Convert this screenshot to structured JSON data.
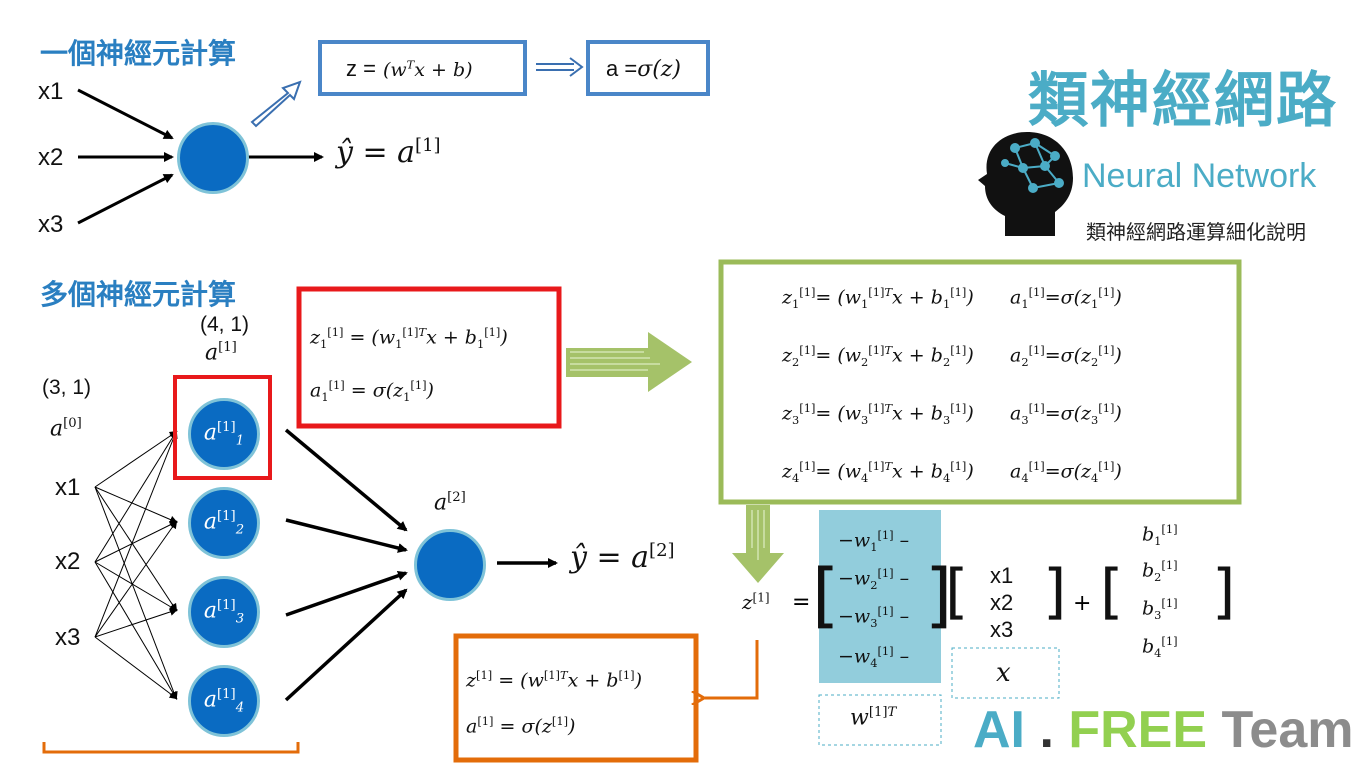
{
  "section1": {
    "heading": "一個神經元計算"
  },
  "section2": {
    "heading": "多個神經元計算"
  },
  "inputs": [
    "x1",
    "x2",
    "x3"
  ],
  "single": {
    "z_prefix": "z =",
    "z_formula": "(w",
    "z_sup": "T",
    "z_rest": "x + b)",
    "a_prefix": "a =",
    "a_formula": "σ(z)",
    "yhat": "ŷ = a",
    "yhat_sup": "[1]"
  },
  "brand": {
    "title": "類神經網路",
    "subtitle": "Neural Network",
    "caption": "類神經網路運算細化說明",
    "team_ai": "AI",
    "team_dot": ".",
    "team_free": "FREE",
    "team_name": "Team"
  },
  "multi": {
    "shape_out": "(4, 1)",
    "a1_label": "a",
    "a1_sup": "[1]",
    "shape_in": "(3, 1)",
    "a0_label": "a",
    "a0_sup": "[0]",
    "a2_label": "a",
    "a2_sup": "[2]",
    "yhat": "ŷ  = a",
    "yhat_sup": "[2]",
    "nodes": [
      "1",
      "2",
      "3",
      "4"
    ]
  },
  "red_box": {
    "line1_pre": "z",
    "line1_post": " = (w",
    "line1_rest": "x + b",
    "line2_pre": "a",
    "line2_rest": " = σ(z"
  },
  "green_box": {
    "rows": [
      "1",
      "2",
      "3",
      "4"
    ]
  },
  "orange_box": {
    "line1": "z",
    "line1b": " = (w",
    "line1c": "x + b",
    "line2": "a",
    "line2b": " = σ(z"
  },
  "matrix": {
    "lhs": "z",
    "lhs_sup": "[1]",
    "eq": "=",
    "plus": "+",
    "w_rows": [
      "1",
      "2",
      "3",
      "4"
    ],
    "x_rows": [
      "x1",
      "x2",
      "x3"
    ],
    "b_rows": [
      "1",
      "2",
      "3",
      "4"
    ],
    "x_caption": "x",
    "w_caption": "w",
    "w_caption_sup": "[1]",
    "w_caption_T": "T"
  },
  "colors": {
    "blue_heading": "#2a7fc1",
    "node": "#0a6bc2",
    "box_blue": "#4a86c8",
    "box_red": "#e8191b",
    "box_green": "#9bbb59",
    "box_orange": "#e36c0a",
    "matrix_fill": "#92cddc",
    "teal": "#4bacc6",
    "free_green": "#92d050",
    "team_gray": "#8c8c8c"
  },
  "icons": [
    "head-brain-icon",
    "arrow-icon"
  ]
}
